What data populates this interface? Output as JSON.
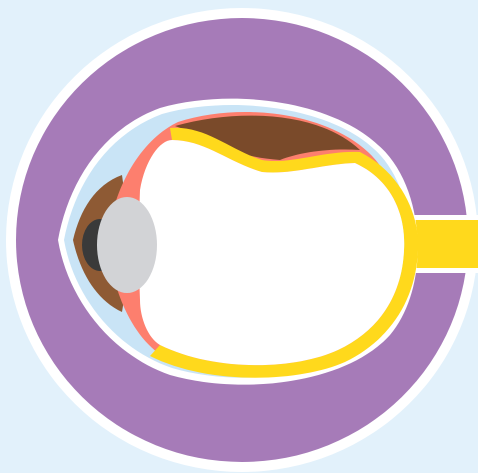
{
  "diagram": {
    "subject": "eye-cross-section",
    "colors": {
      "background": "#e2f1fb",
      "outer_ring": "#a67bb8",
      "white_rim": "#ffffff",
      "sclera_outline": "#c9e4f6",
      "retina": "#fd7f6e",
      "choroid": "#7a4a2a",
      "iris": "#8e5a34",
      "pupil": "#3a3a3a",
      "lens": "#d2d3d6",
      "vitreous": "#ffffff",
      "optic_layer": "#ffd91c"
    },
    "parts": [
      {
        "id": "outer-ring",
        "color_key": "outer_ring"
      },
      {
        "id": "sclera",
        "color_key": "sclera_outline"
      },
      {
        "id": "retina",
        "color_key": "retina"
      },
      {
        "id": "choroid",
        "color_key": "choroid"
      },
      {
        "id": "iris",
        "color_key": "iris"
      },
      {
        "id": "pupil",
        "color_key": "pupil"
      },
      {
        "id": "lens",
        "color_key": "lens"
      },
      {
        "id": "vitreous-body",
        "color_key": "vitreous"
      },
      {
        "id": "optic-nerve",
        "color_key": "optic_layer"
      }
    ]
  }
}
